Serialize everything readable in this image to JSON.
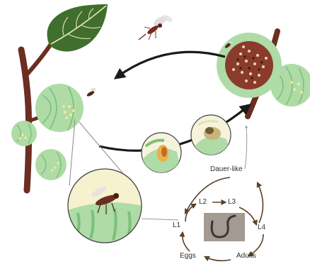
{
  "stages": {
    "dauer": "Dauer-like",
    "l1": "L1",
    "l2": "L2",
    "l3": "L3",
    "l4": "L4",
    "eggs": "Eggs",
    "adults": "Adults"
  },
  "colors": {
    "fig_fill": "#aedba6",
    "fig_dark": "#7cc07a",
    "branch": "#6b2e21",
    "leaf": "#3f6e2d",
    "fig_interior": "#8a3b2b",
    "arrow": "#1a1a1a",
    "cycle_arrow": "#5a4226"
  }
}
